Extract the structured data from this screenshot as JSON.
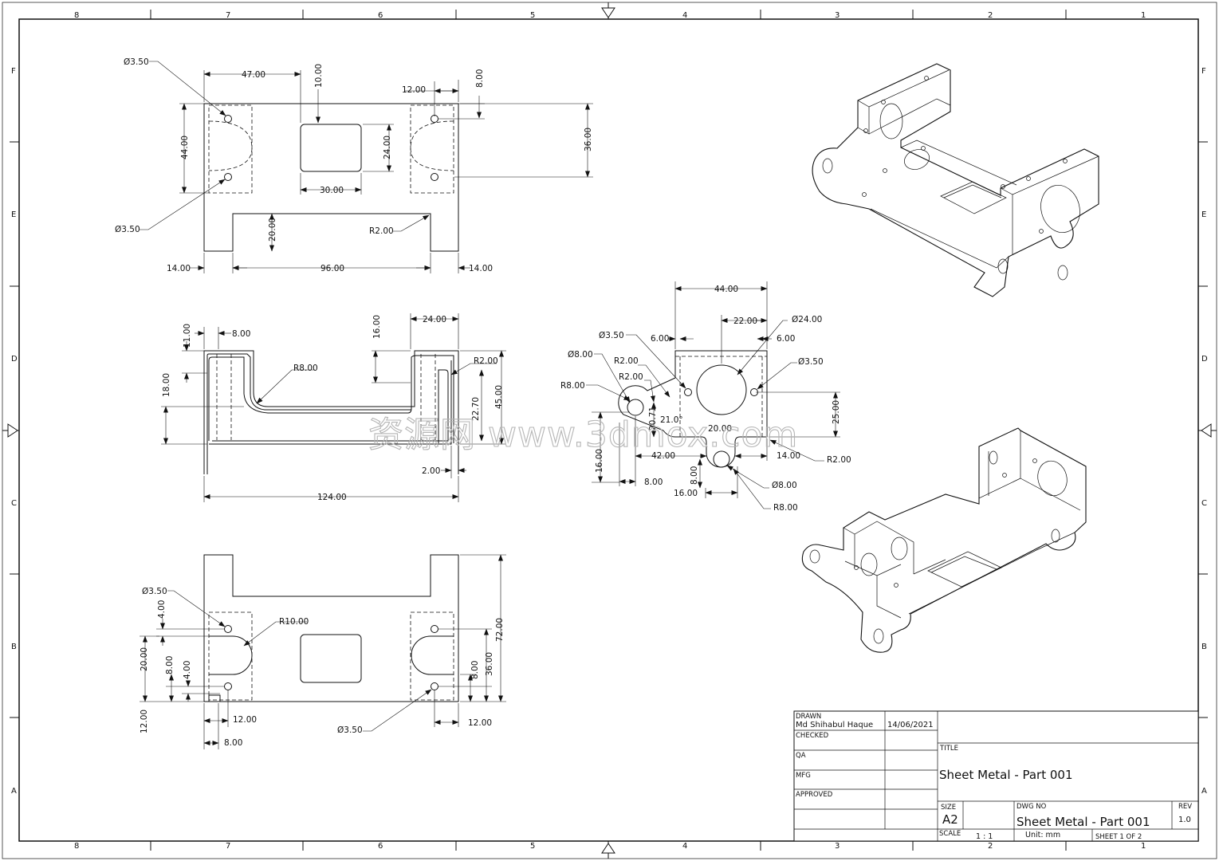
{
  "zones": {
    "columns": [
      "8",
      "7",
      "6",
      "5",
      "4",
      "3",
      "2",
      "1"
    ],
    "rows": [
      "F",
      "E",
      "D",
      "C",
      "B",
      "A"
    ]
  },
  "top_view": {
    "d_hole_1": "Ø3.50",
    "d_hole_2": "Ø3.50",
    "w47": "47.00",
    "h10": "10.00",
    "w12": "12.00",
    "h8": "8.00",
    "h44": "44.00",
    "h24": "24.00",
    "h36": "36.00",
    "w30": "30.00",
    "h20": "20.00",
    "r2": "R2.00",
    "w14a": "14.00",
    "w96": "96.00",
    "w14b": "14.00"
  },
  "front_view": {
    "w8": "8.00",
    "h11": "11.00",
    "h16": "16.00",
    "w24": "24.00",
    "r8": "R8.00",
    "r2": "R2.00",
    "h18": "18.00",
    "h2270": "22.70",
    "h45": "45.00",
    "w2": "2.00",
    "w124": "124.00"
  },
  "side_view": {
    "w44": "44.00",
    "d_hole": "Ø3.50",
    "w6a": "6.00",
    "w22": "22.00",
    "d24": "Ø24.00",
    "w6b": "6.00",
    "d8": "Ø8.00",
    "r2a": "R2.00",
    "r2b": "R2.00",
    "d3": "Ø3.50",
    "r8": "R8.00",
    "h2071": "20.71",
    "ang": "21.0°",
    "h25": "25.00",
    "w42": "42.00",
    "w2000": "20.00",
    "w14": "14.00",
    "r2c": "R2.00",
    "h16": "16.00",
    "w8": "8.00",
    "h8": "8.00",
    "d8b": "Ø8.00",
    "w16": "16.00",
    "r8b": "R8.00"
  },
  "bottom_view": {
    "d_hole_1": "Ø3.50",
    "h4a": "4.00",
    "r10": "R10.00",
    "h72": "72.00",
    "h20": "20.00",
    "h8a": "8.00",
    "h4b": "4.00",
    "h8b": "8.00",
    "h36": "36.00",
    "h12": "12.00",
    "w12a": "12.00",
    "d_hole_2": "Ø3.50",
    "w12b": "12.00",
    "w8": "8.00"
  },
  "title_block": {
    "drawn_label": "DRAWN",
    "drawn_name": "Md Shihabul Haque",
    "drawn_date": "14/06/2021",
    "checked_label": "CHECKED",
    "qa_label": "QA",
    "mfg_label": "MFG",
    "approved_label": "APPROVED",
    "title_label": "TITLE",
    "title": "Sheet Metal - Part 001",
    "size_label": "SIZE",
    "size": "A2",
    "dwg_no_label": "DWG NO",
    "dwg_no": "Sheet Metal - Part 001",
    "rev_label": "REV",
    "rev": "1.0",
    "scale_label": "SCALE",
    "scale": "1 : 1",
    "unit": "Unit: mm",
    "sheet": "SHEET 1  OF 2"
  },
  "watermark": "资源网 www.3dmox.com"
}
